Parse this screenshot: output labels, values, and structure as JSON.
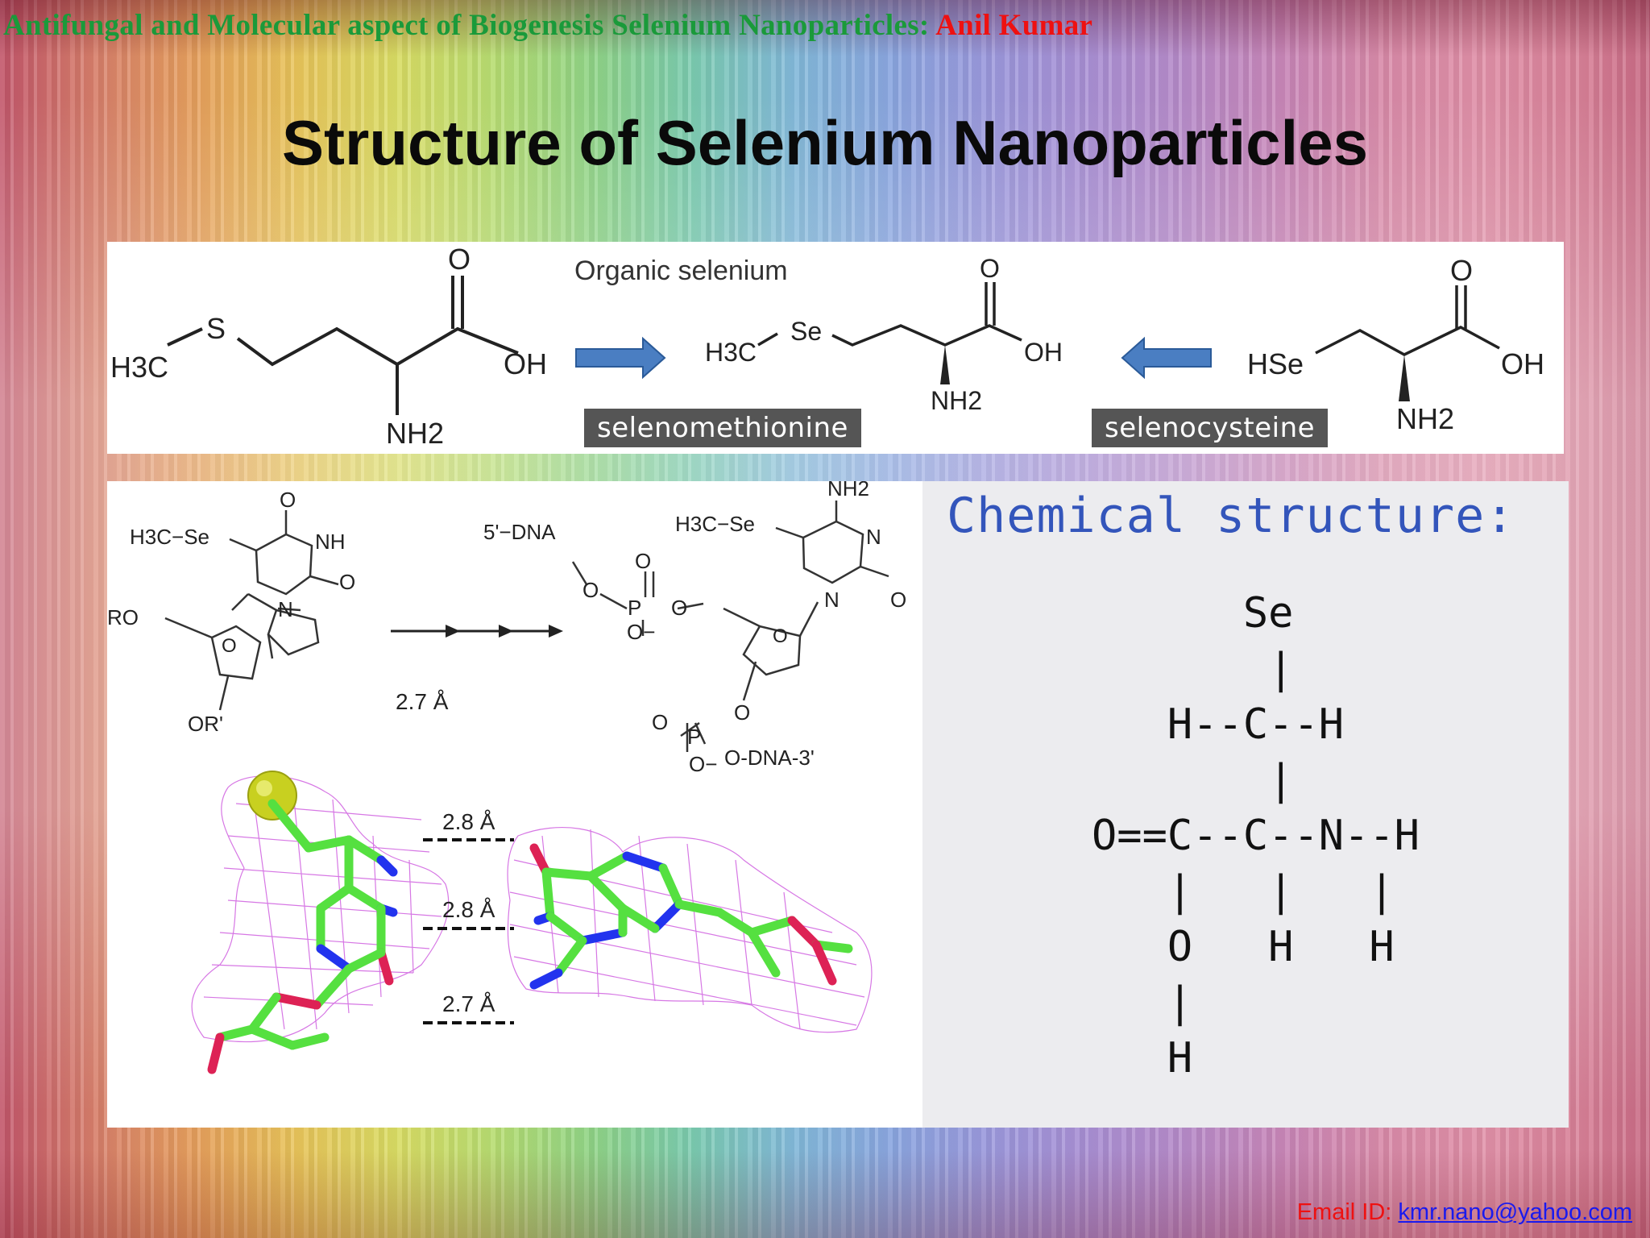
{
  "header": {
    "prefix": "Antifungal and Molecular aspect of Biogenesis Selenium Nanoparticles: ",
    "author": "Anil Kumar"
  },
  "slide": {
    "title": "Structure of Selenium Nanoparticles"
  },
  "top_figure": {
    "heading": "Organic selenium",
    "label_1": "selenomethionine",
    "label_2": "selenocysteine",
    "methionine": {
      "h3c": "H3C",
      "s": "S",
      "o": "O",
      "oh": "OH",
      "nh2": "NH2"
    },
    "selenomethionine": {
      "h3c": "H3C",
      "se": "Se",
      "o": "O",
      "oh": "OH",
      "nh2": "NH2"
    },
    "selenocysteine": {
      "hse": "HSe",
      "o": "O",
      "oh": "OH",
      "nh2": "NH2"
    }
  },
  "left_figure": {
    "nucleoside": {
      "h3c_se": "H3C−Se",
      "o": "O",
      "nh": "NH",
      "n": "N",
      "ro": "RO",
      "ring_o": "O",
      "or_prime": "OR'"
    },
    "arrow_caption": "2.7 Å",
    "dna": {
      "five_prime": "5'−DNA",
      "h3c_se": "H3C−Se",
      "nh2": "NH2",
      "n1": "N",
      "n2": "N",
      "o_carbonyl": "O",
      "p1": "P",
      "o_minus_1": "O−",
      "o_a": "O",
      "o_b": "O",
      "o_c": "O",
      "ring_o": "O",
      "o_3": "O",
      "p2": "P",
      "o_eq": "O",
      "o_minus_2": "O−",
      "three_prime": "O-DNA-3'"
    },
    "bond_distances": [
      "2.8 Å",
      "2.8 Å",
      "2.7 Å"
    ]
  },
  "right_figure": {
    "heading": "Chemical structure:",
    "ascii": "      Se\n       |\n   H--C--H\n       |\nO==C--C--N--H\n   |   |   |\n   O   H   H\n   |\n   H"
  },
  "footer": {
    "email_label": "Email ID: ",
    "email": "kmr.nano@yahoo.com"
  },
  "colors": {
    "header_green": "#1a9a3a",
    "header_red": "#ee1111",
    "arrow_blue": "#4a7ec2",
    "carbon_green": "#55e040",
    "nitrogen_blue": "#2233ee",
    "oxygen_red": "#dd2255",
    "selenium_yellow": "#c8d020",
    "mesh_magenta": "#d060e0"
  }
}
